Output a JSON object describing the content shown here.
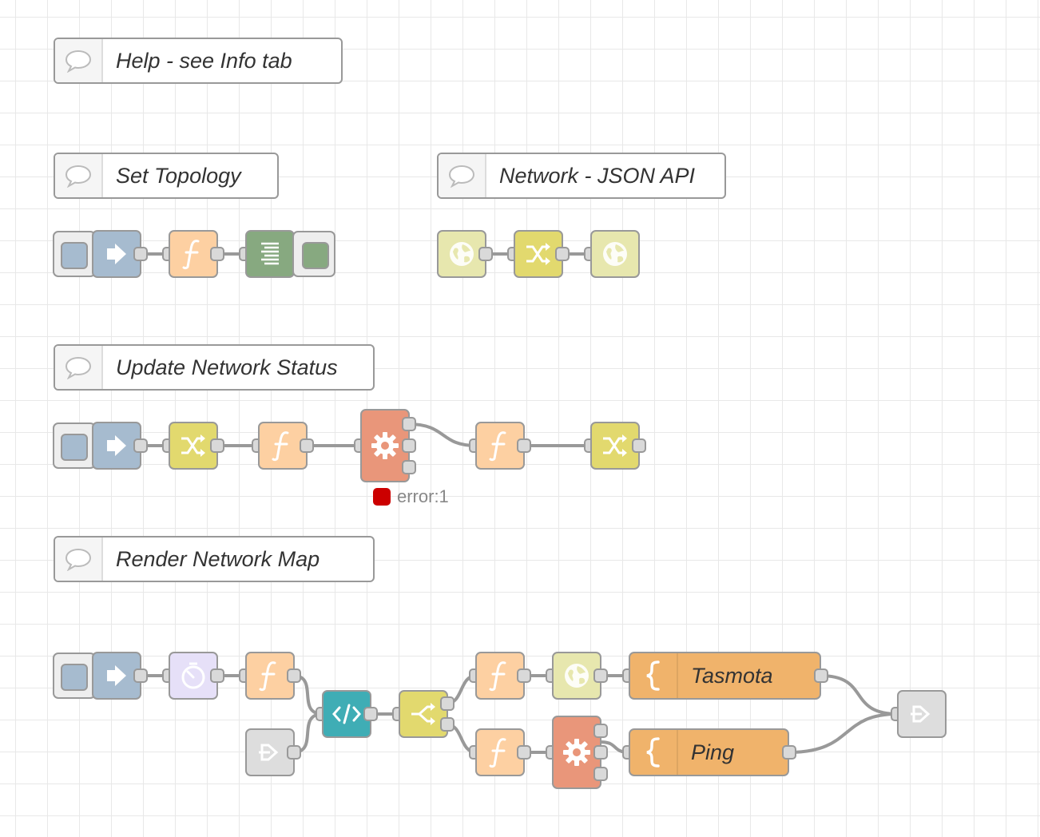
{
  "comments": [
    {
      "label": "Help - see Info tab"
    },
    {
      "label": "Set Topology"
    },
    {
      "label": "Network - JSON API"
    },
    {
      "label": "Update Network Status"
    },
    {
      "label": "Render Network Map"
    }
  ],
  "nodes": {
    "tasmota_template": {
      "label": "Tasmota"
    },
    "ping_template": {
      "label": "Ping"
    }
  },
  "status": {
    "exec_error": "error:1"
  },
  "colors": {
    "inject": "#a6bbcf",
    "function": "#fdd0a2",
    "change": "#e2d96e",
    "http": "#e7e7ae",
    "file": "#87a980",
    "exec": "#e9967a",
    "template": "#f0b36b",
    "delay": "#e6e0f8",
    "link": "#dddddd",
    "html": "#3fadb5"
  }
}
